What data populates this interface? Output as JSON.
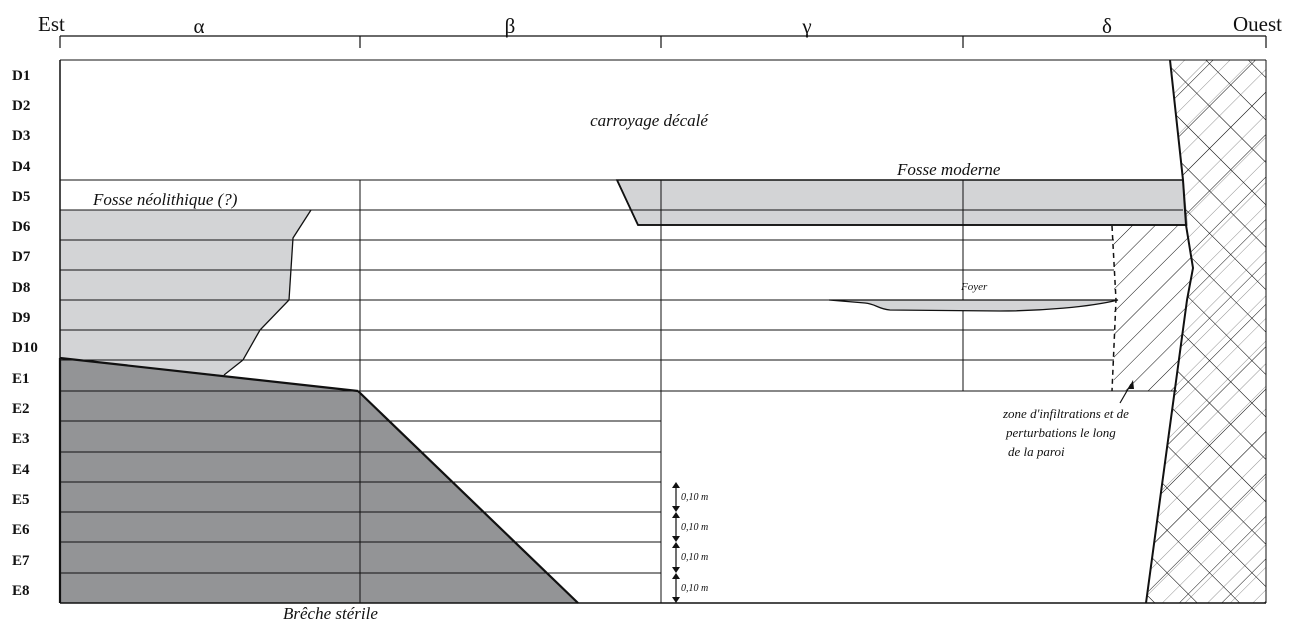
{
  "header": {
    "east": "Est",
    "west": "Ouest",
    "columns": [
      "α",
      "β",
      "γ",
      "δ"
    ]
  },
  "rows": [
    "D1",
    "D2",
    "D3",
    "D4",
    "D5",
    "D6",
    "D7",
    "D8",
    "D9",
    "D10",
    "E1",
    "E2",
    "E3",
    "E4",
    "E5",
    "E6",
    "E7",
    "E8"
  ],
  "labels": {
    "carroyage": "carroyage décalé",
    "fosse_moderne": "Fosse moderne",
    "fosse_neolithique": "Fosse néolithique (?)",
    "foyer": "Foyer",
    "breche": "Brêche stérile",
    "zone": [
      "zone d'infiltrations et de",
      "perturbations le long",
      "de la paroi"
    ]
  },
  "scale": {
    "unit_label": "0,10 m",
    "marks": [
      "0,10 m",
      "0,10 m",
      "0,10 m",
      "0,10 m"
    ]
  },
  "colors": {
    "light_fill": "#d3d4d6",
    "dark_fill": "#939496",
    "line": "#111111"
  }
}
